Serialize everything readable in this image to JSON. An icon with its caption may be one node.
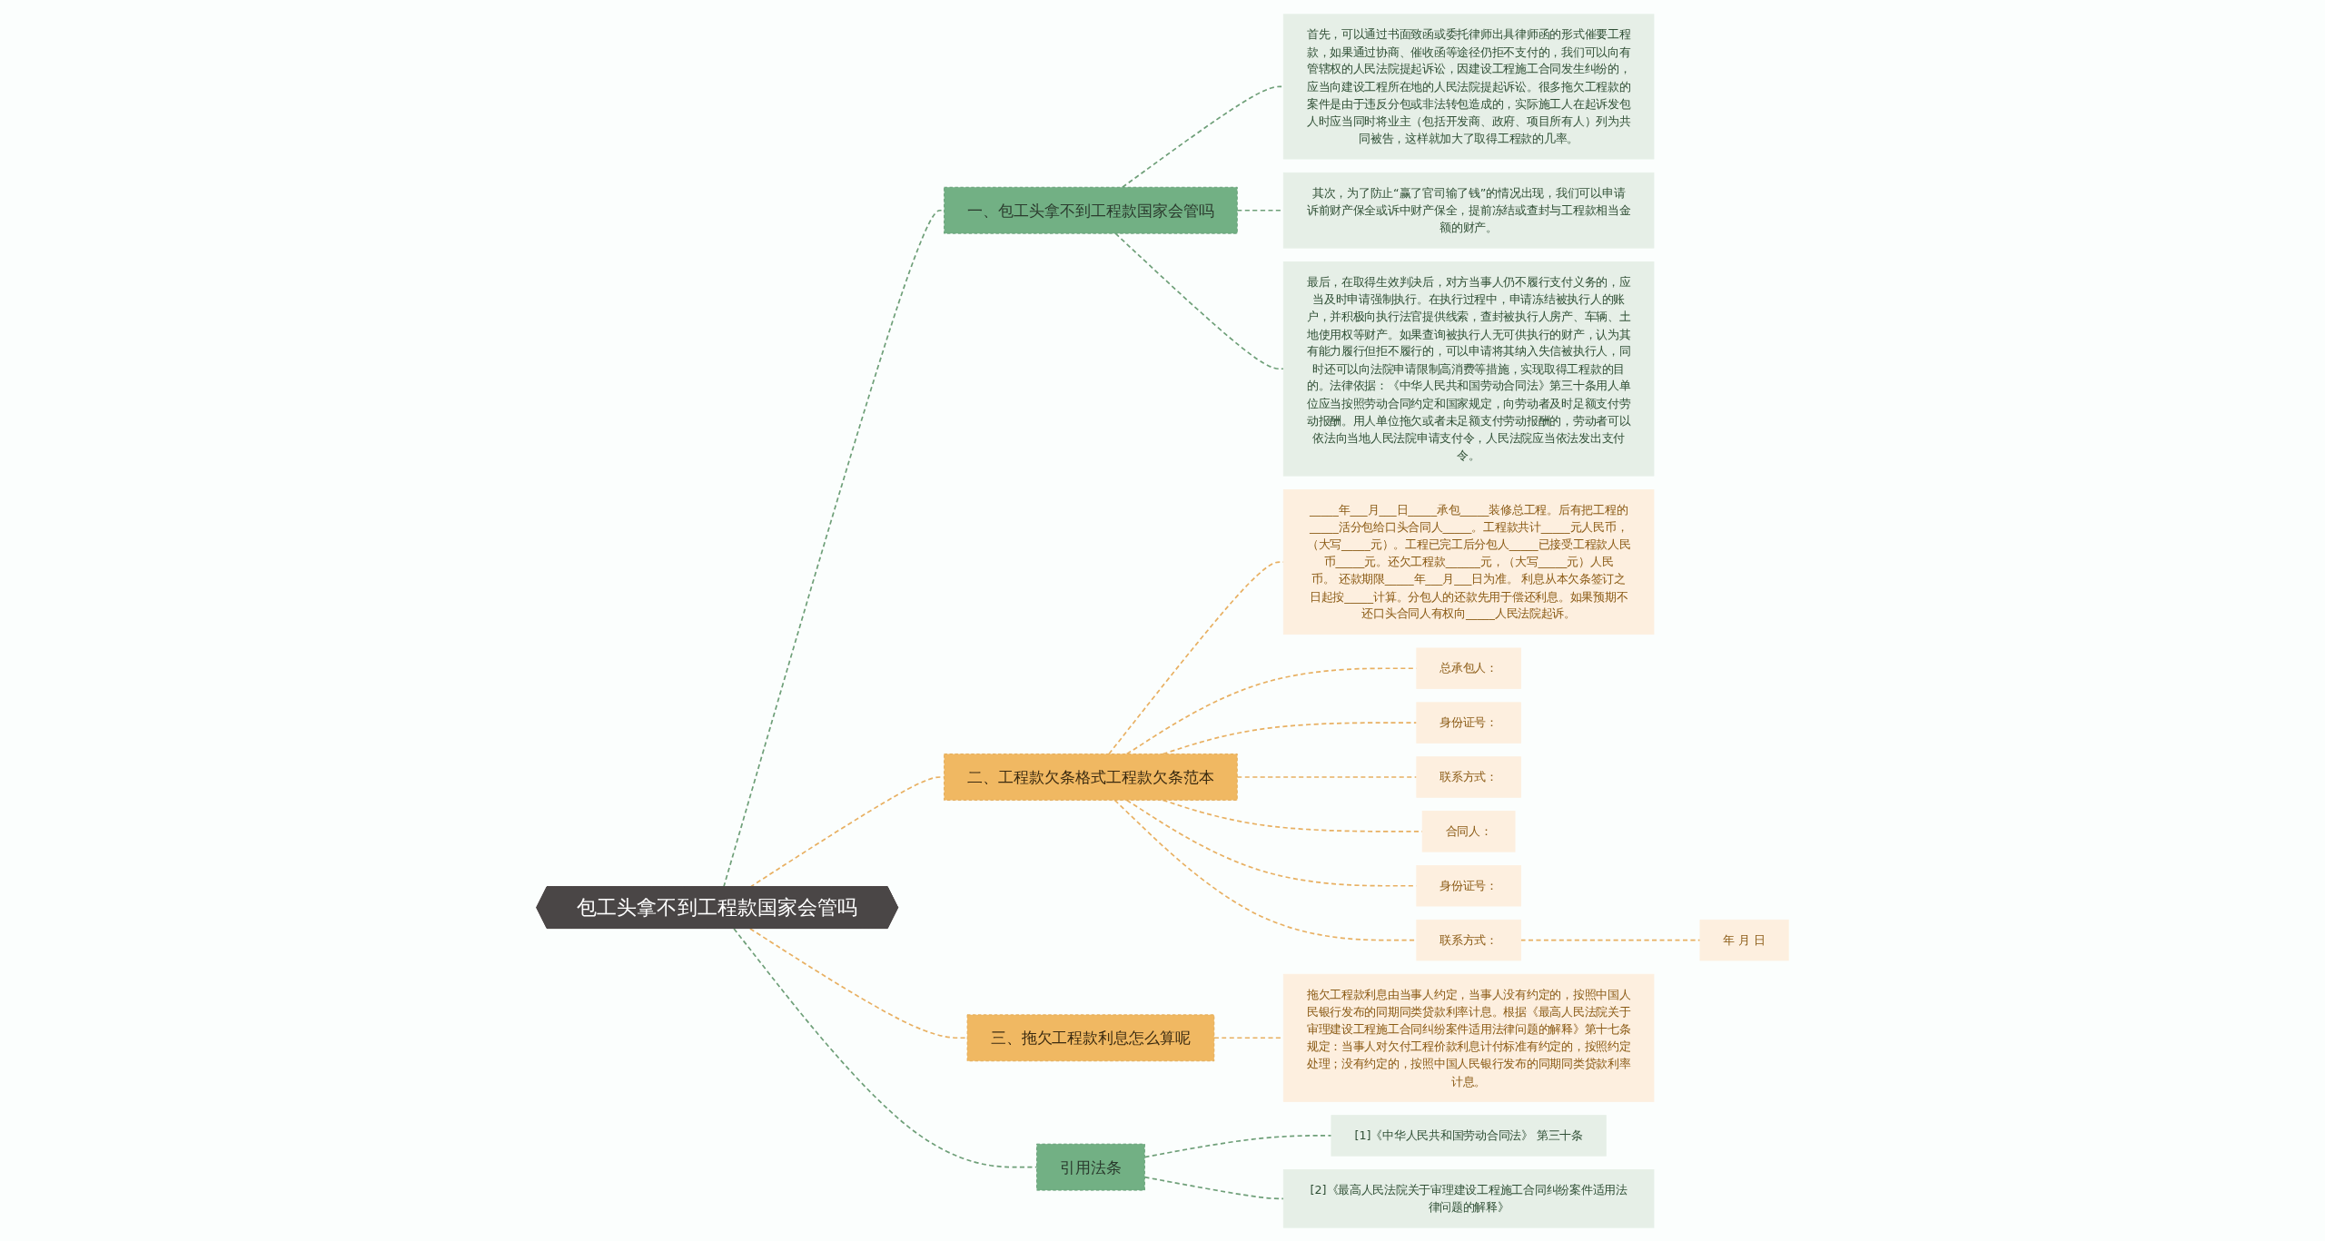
{
  "diagram": {
    "nodes": [
      {
        "text": [
          "包工头拿不到工程款国家会管吗"
        ]
      },
      {
        "text": [
          "一、包工头拿不到工程款国家会管吗"
        ]
      },
      {
        "text": [
          "首先，可以通过书面致函或委托律师出具律师函的形式催要工程款，如果通过协商、催收函等途径仍拒不支付的，我们可以向有管辖权的人民法院提起诉讼，因建设工程施工合同发生纠纷的，应当向建设工程所在地的人民法院提起诉讼。很多拖欠工程款的案件是由于违反分包或非法转包造成的，实际施工人在起诉发包人时应当同时将业主（包括开发商、政府、项目所有人）列为共同被告，这样就加大了取得工程款的几率。"
        ]
      },
      {
        "text": [
          "其次，为了防止“赢了官司输了钱”的情况出现，我们可以申请诉前财产保全或诉中财产保全，提前冻结或查封与工程款相当金额的财产。"
        ]
      },
      {
        "text": [
          "最后，在取得生效判决后，对方当事人仍不履行支付义务的，应当及时申请强制执行。在执行过程中，申请冻结被执行人的账户，并积极向执行法官提供线索，查封被执行人房产、车辆、土地使用权等财产。如果查询被执行人无可供执行的财产，认为其有能力履行但拒不履行的，可以申请将其纳入失信被执行人，同时还可以向法院申请限制高消费等措施，实现取得工程款的目的。法律依据：《中华人民共和国劳动合同法》第三十条用人单位应当按照劳动合同约定和国家规定，向劳动者及时足额支付劳动报酬。用人单位拖欠或者未足额支付劳动报酬的，劳动者可以依法向当地人民法院申请支付令，人民法院应当依法发出支付令。"
        ]
      },
      {
        "text": [
          "二、工程款欠条格式工程款欠条范本"
        ]
      },
      {
        "text": [
          "_____年___月___日_____承包_____装修总工程。后有把工程的_____活分包给口头合同人_____。工程款共计_____元人民币，（大写_____元）。工程已完工后分包人_____已接受工程款人民币_____元。还欠工程款______元，（大写_____元）人民币。 还款期限_____年___月___日为准。 利息从本欠条签订之日起按_____计算。分包人的还款先用于偿还利息。如果预期不还口头合同人有权向_____人民法院起诉。"
        ]
      },
      {
        "text": [
          "总承包人："
        ]
      },
      {
        "text": [
          "身份证号："
        ]
      },
      {
        "text": [
          "联系方式："
        ]
      },
      {
        "text": [
          "合同人："
        ]
      },
      {
        "text": [
          "身份证号："
        ]
      },
      {
        "text": [
          "联系方式："
        ]
      },
      {
        "text": [
          "年 月 日"
        ]
      },
      {
        "text": [
          "三、拖欠工程款利息怎么算呢"
        ]
      },
      {
        "text": [
          "拖欠工程款利息由当事人约定，当事人没有约定的，按照中国人民银行发布的同期同类贷款利率计息。根据《最高人民法院关于审理建设工程施工合同纠纷案件适用法律问题的解释》第十七条规定：当事人对欠付工程价款利息计付标准有约定的，按照约定处理；没有约定的，按照中国人民银行发布的同期同类贷款利率计息。"
        ]
      },
      {
        "text": [
          "引用法条"
        ]
      },
      {
        "text": [
          "[1]《中华人民共和国劳动合同法》 第三十条"
        ]
      },
      {
        "text": [
          "[2]《最高人民法院关于审理建设工程施工合同纠纷案件适用法律问题的解释》"
        ]
      }
    ],
    "edges": [
      {
        "from": 0,
        "to": 1,
        "arrow": "none",
        "style": "dashed",
        "color": "#6e9f78"
      },
      {
        "from": 1,
        "to": 2,
        "arrow": "none",
        "style": "dashed",
        "color": "#6e9f78"
      },
      {
        "from": 1,
        "to": 3,
        "arrow": "none",
        "style": "dashed",
        "color": "#6e9f78"
      },
      {
        "from": 1,
        "to": 4,
        "arrow": "none",
        "style": "dashed",
        "color": "#6e9f78"
      },
      {
        "from": 0,
        "to": 5,
        "arrow": "none",
        "style": "dashed"
      },
      {
        "from": 5,
        "to": 6,
        "arrow": "none",
        "style": "dashed"
      },
      {
        "from": 5,
        "to": 7,
        "arrow": "none",
        "style": "dashed"
      },
      {
        "from": 5,
        "to": 8,
        "arrow": "none",
        "style": "dashed"
      },
      {
        "from": 5,
        "to": 9,
        "arrow": "none",
        "style": "dashed"
      },
      {
        "from": 5,
        "to": 10,
        "arrow": "none",
        "style": "dashed"
      },
      {
        "from": 5,
        "to": 11,
        "arrow": "none",
        "style": "dashed"
      },
      {
        "from": 5,
        "to": 12,
        "arrow": "none",
        "style": "dashed"
      },
      {
        "from": 12,
        "to": 13,
        "arrow": "none",
        "style": "dashed"
      },
      {
        "from": 0,
        "to": 14,
        "arrow": "none",
        "style": "dashed"
      },
      {
        "from": 14,
        "to": 15,
        "arrow": "none",
        "style": "dashed"
      },
      {
        "from": 0,
        "to": 16,
        "arrow": "none",
        "style": "dashed",
        "color": "#6e9f78"
      },
      {
        "from": 16,
        "to": 17,
        "arrow": "none",
        "style": "dashed",
        "color": "#6e9f78"
      },
      {
        "from": 16,
        "to": 18,
        "arrow": "none",
        "style": "dashed",
        "color": "#6e9f78"
      }
    ]
  }
}
